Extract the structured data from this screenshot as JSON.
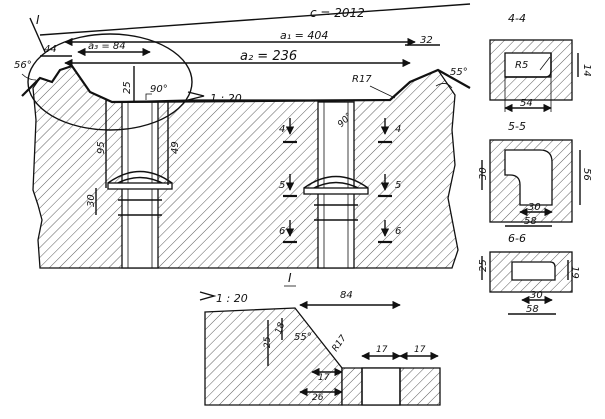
{
  "main_view": {
    "callout_marker": "I",
    "dim_c": "c = 2012",
    "dim_a1": "a₁ = 404",
    "dim_a2": "a₂ = 236",
    "dim_a3": "a₃ = 84",
    "dim_44": "44",
    "dim_56a": "56°",
    "dim_32": "32",
    "dim_55": "55°",
    "dim_r17": "R17",
    "dim_25": "25",
    "dim_90a": "90°",
    "dim_90b": "90°",
    "slope": "1 : 20",
    "dim_95": "95",
    "dim_30": "30",
    "dim_49": "49",
    "sec_4_left": "4",
    "sec_4_right": "4",
    "sec_5_left": "5",
    "sec_5_right": "5",
    "sec_6_left": "6",
    "sec_6_right": "6"
  },
  "section_4": {
    "title": "4-4",
    "radius": "R5",
    "height": "14",
    "width": "54"
  },
  "section_5": {
    "title": "5-5",
    "left_dim": "30",
    "right_dim": "56",
    "inner_width": "30",
    "outer_width": "58"
  },
  "section_6": {
    "title": "6-6",
    "left_dim": "25",
    "right_dim": "19",
    "inner_width": "30",
    "outer_width": "58"
  },
  "detail_I": {
    "title": "I",
    "slope": "1 : 20",
    "dim_84": "84",
    "dim_55": "55°",
    "dim_r17": "R17",
    "dim_18": "18",
    "dim_25": "25",
    "dim_17_bottom": "17",
    "dim_26": "26",
    "dim_17_a": "17",
    "dim_17_b": "17"
  }
}
